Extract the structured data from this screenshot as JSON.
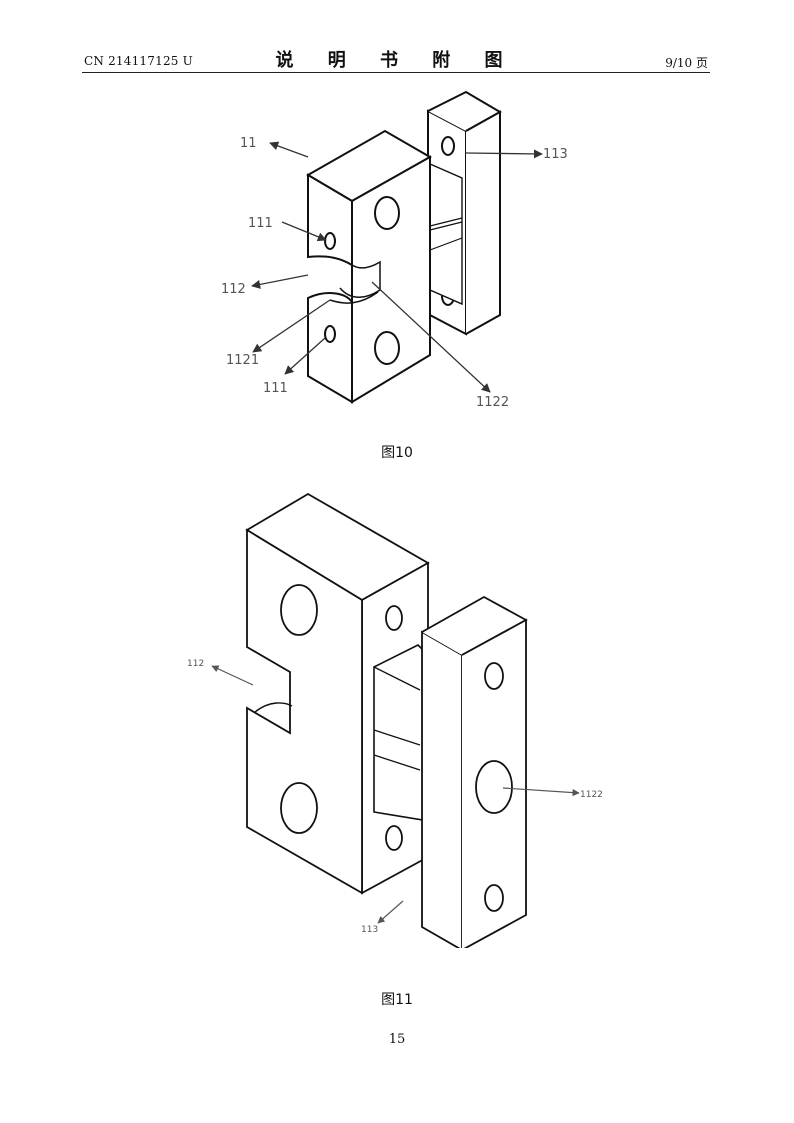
{
  "header": {
    "patent_no": "CN 214117125 U",
    "title": "说 明 书 附 图",
    "page_of": "9/10 页"
  },
  "figures": [
    {
      "caption": "图10",
      "labels": {
        "l11": "11",
        "l111a": "111",
        "l112": "112",
        "l1121": "1121",
        "l111b": "111",
        "l1122": "1122",
        "l113": "113"
      }
    },
    {
      "caption": "图11",
      "labels": {
        "l112": "112",
        "l1122": "1122",
        "l113": "113"
      }
    }
  ],
  "footer": {
    "page_number": "15"
  }
}
